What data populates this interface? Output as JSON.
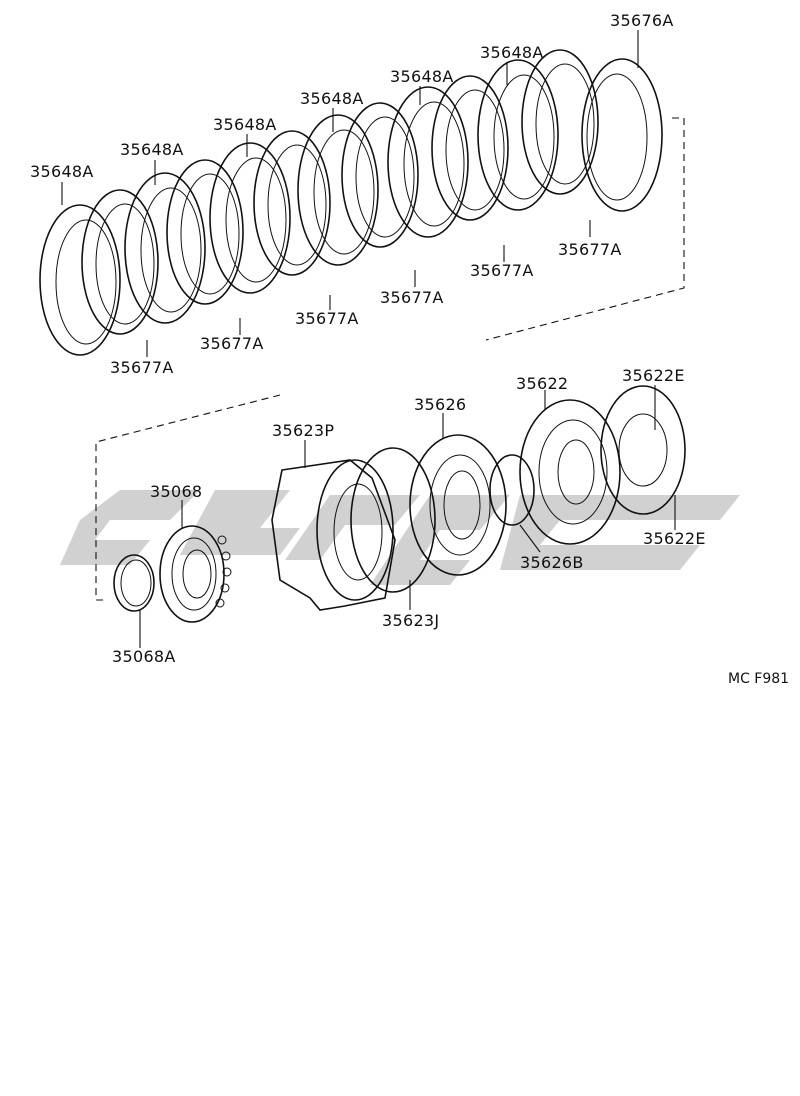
{
  "labels": {
    "p35676A": "35676A",
    "p35648A_1": "35648A",
    "p35648A_2": "35648A",
    "p35648A_3": "35648A",
    "p35648A_4": "35648A",
    "p35648A_5": "35648A",
    "p35648A_6": "35648A",
    "p35677A_1": "35677A",
    "p35677A_2": "35677A",
    "p35677A_3": "35677A",
    "p35677A_4": "35677A",
    "p35677A_5": "35677A",
    "p35677A_6": "35677A",
    "p35622": "35622",
    "p35622E_1": "35622E",
    "p35622E_2": "35622E",
    "p35626": "35626",
    "p35623P": "35623P",
    "p35068": "35068",
    "p35626B": "35626B",
    "p35623J": "35623J",
    "p35068A": "35068A"
  },
  "diagram_code": "MC F981"
}
